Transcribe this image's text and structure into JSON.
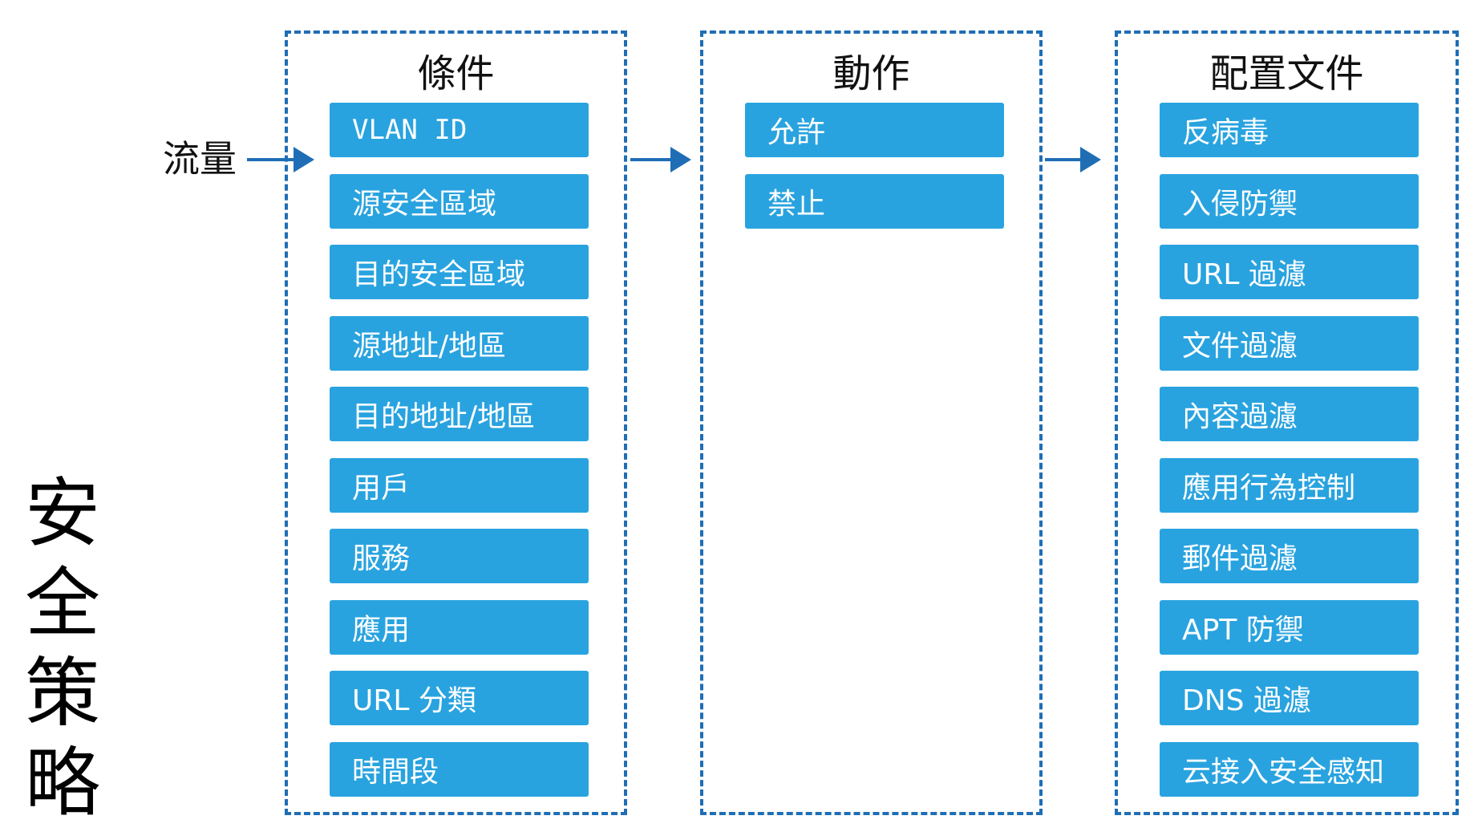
{
  "side_title": [
    "安",
    "全",
    "策",
    "略"
  ],
  "traffic_label": "流量",
  "panels": {
    "conditions": {
      "title": "條件",
      "items": [
        "VLAN ID",
        "源安全區域",
        "目的安全區域",
        "源地址/地區",
        "目的地址/地區",
        "用戶",
        "服務",
        "應用",
        "URL 分類",
        "時間段"
      ]
    },
    "actions": {
      "title": "動作",
      "items": [
        "允許",
        "禁止"
      ]
    },
    "profiles": {
      "title": "配置文件",
      "items": [
        "反病毒",
        "入侵防禦",
        "URL 過濾",
        "文件過濾",
        "內容過濾",
        "應用行為控制",
        "郵件過濾",
        "APT 防禦",
        "DNS 過濾",
        "云接入安全感知"
      ]
    }
  },
  "colors": {
    "item_fill": "#29a3df",
    "border_and_arrows": "#1f6eb5",
    "item_text": "#ffffff"
  }
}
